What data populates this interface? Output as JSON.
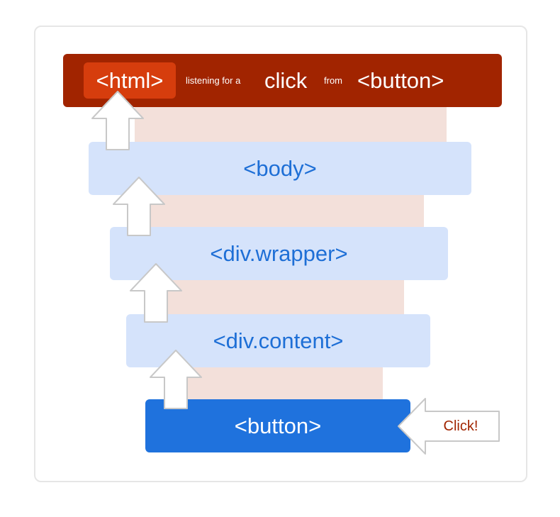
{
  "diagram": {
    "html_tag": "<html>",
    "html_caption_part1": "listening for a",
    "html_caption_click": "click",
    "html_caption_from": "from",
    "html_caption_target": "<button>",
    "layers": {
      "body": "<body>",
      "wrapper": "<div.wrapper>",
      "content": "<div.content>",
      "button": "<button>"
    },
    "click_label": "Click!",
    "colors": {
      "html_bar": "#a12400",
      "html_tag": "#d63d0d",
      "layer_light": "#d5e3fb",
      "layer_text": "#1e6fd6",
      "button": "#1f72dd",
      "band": "#f3e0da"
    },
    "icons": [
      "up-arrow-icon",
      "left-arrow-icon"
    ]
  }
}
